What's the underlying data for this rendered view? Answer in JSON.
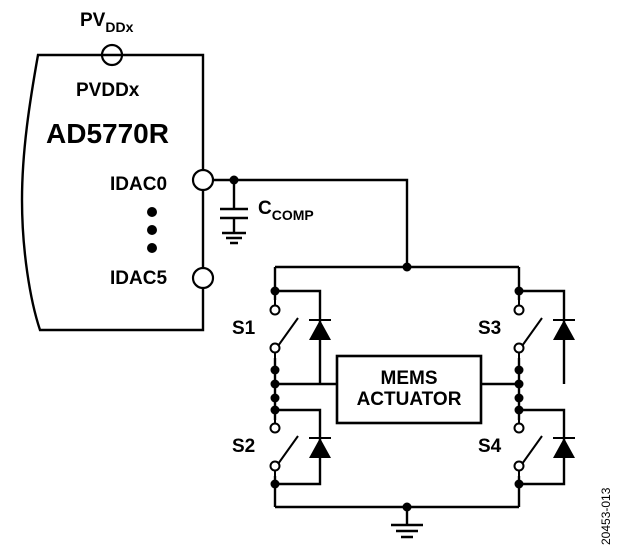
{
  "supply": {
    "main": "PV",
    "sub": "DDx"
  },
  "chip": {
    "pin_label": "PVDDx",
    "name": "AD5770R",
    "out0": "IDAC0",
    "out5": "IDAC5"
  },
  "capacitor": {
    "main": "C",
    "sub": "COMP"
  },
  "switches": {
    "s1": "S1",
    "s2": "S2",
    "s3": "S3",
    "s4": "S4"
  },
  "load": {
    "line1": "MEMS",
    "line2": "ACTUATOR"
  },
  "figure_id": "20453-013"
}
